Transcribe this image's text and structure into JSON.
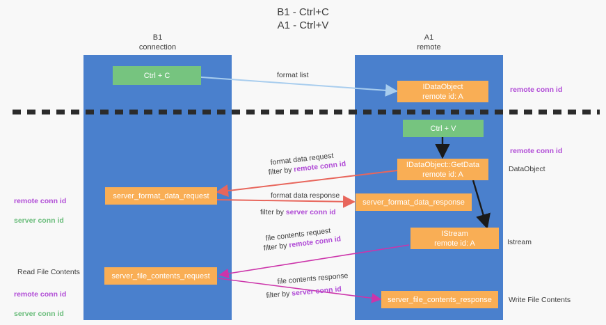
{
  "title": "B1 - Ctrl+C\nA1 - Ctrl+V",
  "colors": {
    "lane": "#4a80cd",
    "node_green": "#76c47f",
    "node_orange": "#f9ae55",
    "purple": "#b04bd6",
    "green_text": "#6bbd7c",
    "divider": "#2b2b2b",
    "arrow_blue": "#a8cdee",
    "arrow_red": "#e8665c",
    "arrow_magenta": "#cc34aa",
    "arrow_black": "#1a1a1a"
  },
  "lanes": [
    {
      "id": "b1",
      "title": "B1\nconnection"
    },
    {
      "id": "a1",
      "title": "A1\nremote"
    }
  ],
  "nodes": [
    {
      "id": "ctrl-c",
      "line1": "Ctrl + C",
      "line2": "",
      "kind": "green"
    },
    {
      "id": "idataobject-top",
      "line1": "IDataObject",
      "line2": "remote id: A",
      "kind": "orange"
    },
    {
      "id": "ctrl-v",
      "line1": "Ctrl + V",
      "line2": "",
      "kind": "green"
    },
    {
      "id": "getdata",
      "line1": "IDataObject::GetData",
      "line2": "remote id: A",
      "kind": "orange"
    },
    {
      "id": "server-format-data-request",
      "line1": "server_format_data_request",
      "line2": "",
      "kind": "orange"
    },
    {
      "id": "server-format-data-response",
      "line1": "server_format_data_response",
      "line2": "",
      "kind": "orange"
    },
    {
      "id": "istream",
      "line1": "IStream",
      "line2": "remote id: A",
      "kind": "orange"
    },
    {
      "id": "server-file-contents-request",
      "line1": "server_file_contents_request",
      "line2": "",
      "kind": "orange"
    },
    {
      "id": "server-file-contents-response",
      "line1": "server_file_contents_response",
      "line2": "",
      "kind": "orange"
    }
  ],
  "edge_labels": [
    {
      "id": "format-list",
      "text": "format list"
    },
    {
      "id": "format-data-request",
      "text": "format data request"
    },
    {
      "id": "format-data-request-filter-prefix",
      "text": "filter by "
    },
    {
      "id": "format-data-request-filter-key",
      "text": "remote conn id"
    },
    {
      "id": "format-data-response",
      "text": "format data response"
    },
    {
      "id": "format-data-response-filter-prefix",
      "text": "filter by "
    },
    {
      "id": "format-data-response-filter-key",
      "text": "server conn id"
    },
    {
      "id": "file-contents-request",
      "text": "file contents request"
    },
    {
      "id": "file-contents-request-filter-prefix",
      "text": "filter by "
    },
    {
      "id": "file-contents-request-filter-key",
      "text": "remote conn id"
    },
    {
      "id": "file-contents-response",
      "text": "file contents response"
    },
    {
      "id": "file-contents-response-filter-prefix",
      "text": "filter by "
    },
    {
      "id": "file-contents-response-filter-key",
      "text": "server conn id"
    }
  ],
  "annotations_right": [
    {
      "id": "remote-conn-id-top",
      "text": "remote conn id",
      "style": "purple"
    },
    {
      "id": "remote-conn-id-mid",
      "text": "remote conn id",
      "style": "purple"
    },
    {
      "id": "dataobject-label",
      "text": "DataObject",
      "style": "plain"
    },
    {
      "id": "istream-label",
      "text": "Istream",
      "style": "plain"
    },
    {
      "id": "write-file-contents",
      "text": "Write File Contents",
      "style": "plain"
    }
  ],
  "annotations_left": [
    {
      "id": "left-conn-ids-mid",
      "line1": "remote conn id",
      "line2": "server conn id"
    },
    {
      "id": "read-file-contents",
      "text": "Read File Contents"
    },
    {
      "id": "left-conn-ids-bottom",
      "line1": "remote conn id",
      "line2": "server conn id"
    }
  ]
}
